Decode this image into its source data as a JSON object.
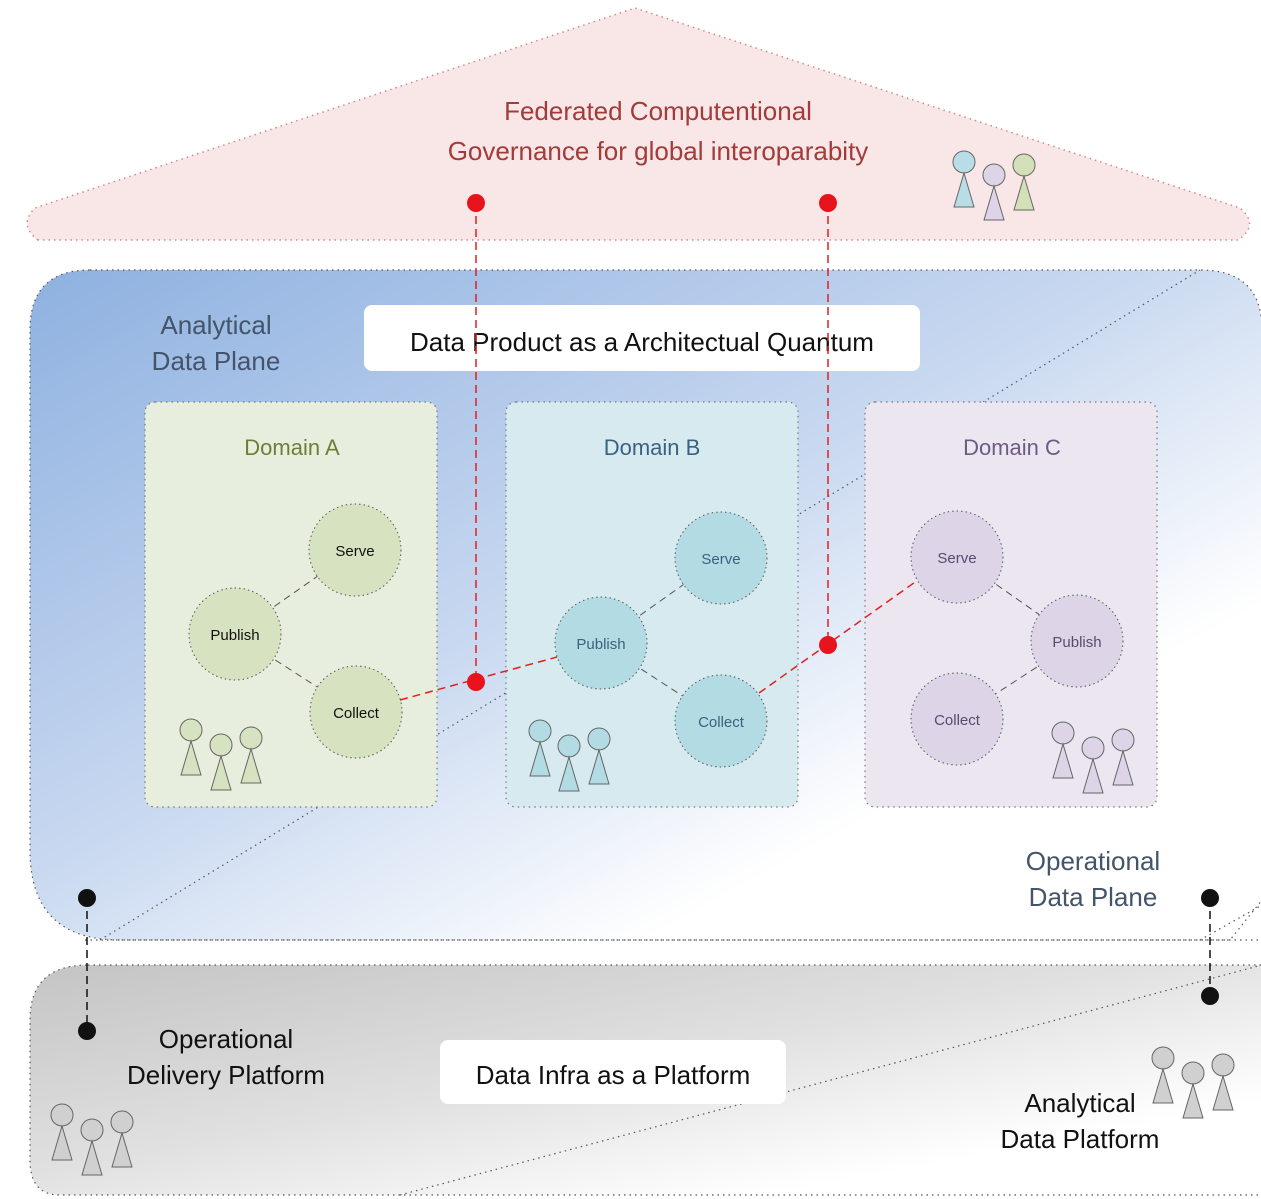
{
  "governance": {
    "title_line1": "Federated Computentional",
    "title_line2": "Governance for global interoparabity"
  },
  "analytical_plane": {
    "label_line1": "Analytical",
    "label_line2": "Data Plane"
  },
  "data_product_label": "Data Product as a Architectual Quantum",
  "domains": [
    {
      "name": "Domain A",
      "nodes": {
        "serve": "Serve",
        "publish": "Publish",
        "collect": "Collect"
      }
    },
    {
      "name": "Domain B",
      "nodes": {
        "serve": "Serve",
        "publish": "Publish",
        "collect": "Collect"
      }
    },
    {
      "name": "Domain C",
      "nodes": {
        "serve": "Serve",
        "publish": "Publish",
        "collect": "Collect"
      }
    }
  ],
  "operational_plane": {
    "label_line1": "Operational",
    "label_line2": "Data Plane"
  },
  "operational_delivery_platform": {
    "label_line1": "Operational",
    "label_line2": "Delivery Platform"
  },
  "data_infra_label": "Data Infra as a Platform",
  "analytical_data_platform": {
    "label_line1": "Analytical",
    "label_line2": "Data Platform"
  },
  "colors": {
    "governance_text": "#a33b3b",
    "plane_text": "#44546a",
    "domain_a": "#6b7f3a",
    "domain_b": "#3a6280",
    "domain_c": "#6e5b85",
    "red_link": "#e02020"
  }
}
